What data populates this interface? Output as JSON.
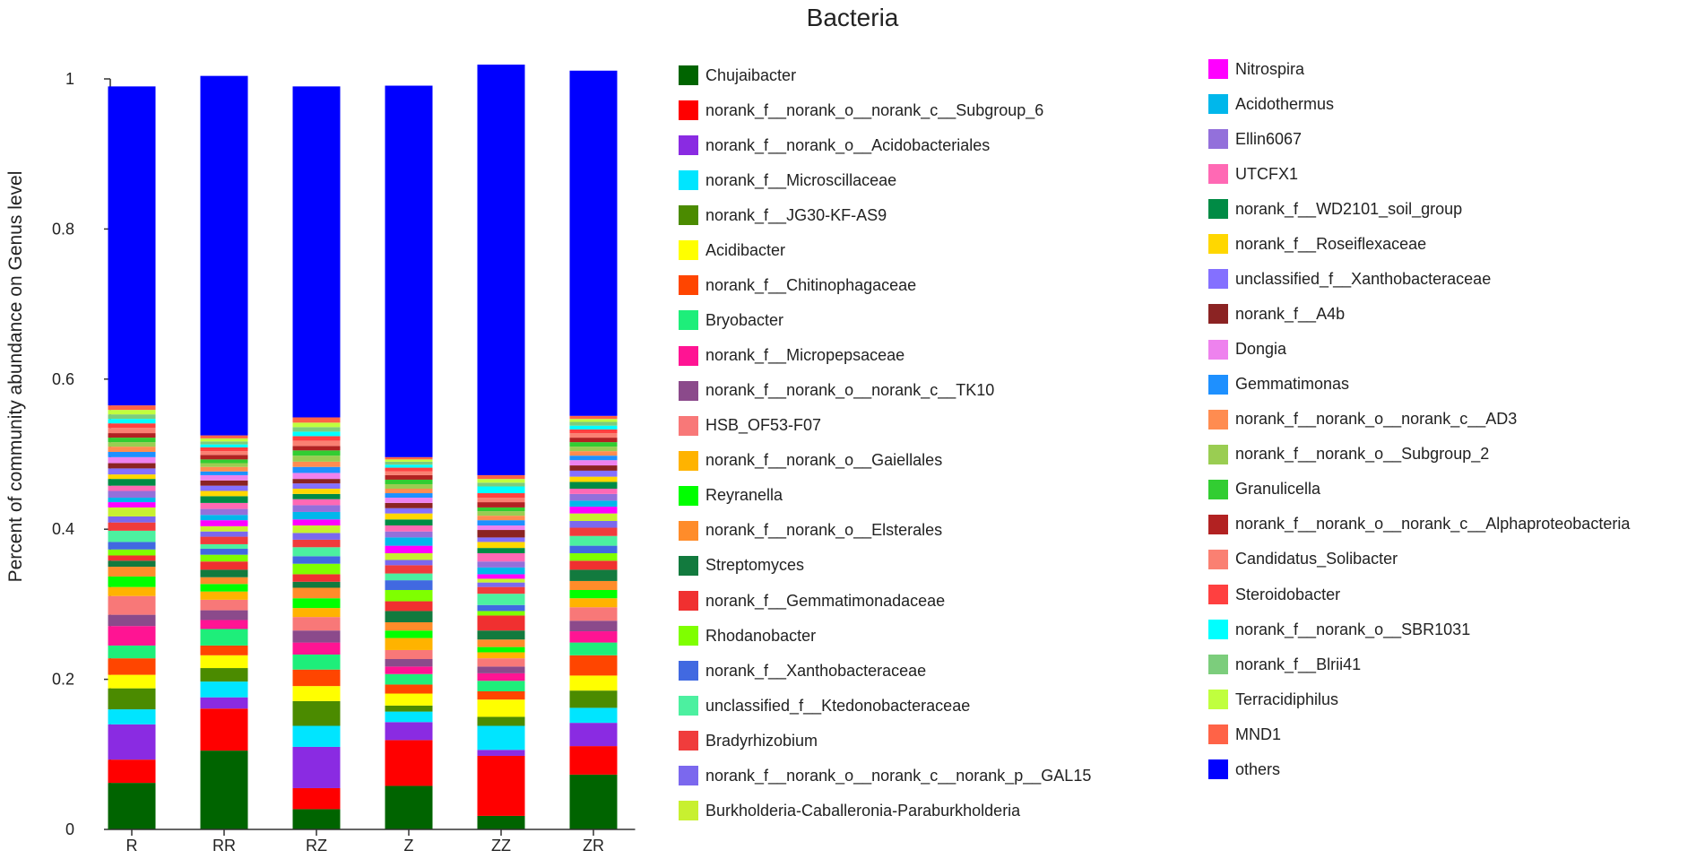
{
  "chart_data": {
    "type": "bar",
    "stacked": true,
    "title": "Bacteria",
    "xlabel": "",
    "ylabel": "Percent of community abundance on Genus level",
    "ylim": [
      0,
      1
    ],
    "yticks": [
      "0",
      "0.2",
      "0.4",
      "0.6",
      "0.8",
      "1"
    ],
    "categories": [
      "R",
      "RR",
      "RZ",
      "Z",
      "ZZ",
      "ZR"
    ],
    "legend_position": "right",
    "series": [
      {
        "name": "Chujaibacter",
        "color": "#006400",
        "values": [
          0.062,
          0.105,
          0.027,
          0.058,
          0.018,
          0.073
        ]
      },
      {
        "name": "norank_f__norank_o__norank_c__Subgroup_6",
        "color": "#ff0000",
        "values": [
          0.031,
          0.056,
          0.028,
          0.061,
          0.08,
          0.038
        ]
      },
      {
        "name": "norank_f__norank_o__Acidobacteriales",
        "color": "#8a2be2",
        "values": [
          0.047,
          0.015,
          0.055,
          0.024,
          0.008,
          0.031
        ]
      },
      {
        "name": "norank_f__Microscillaceae",
        "color": "#00e5ff",
        "values": [
          0.02,
          0.021,
          0.028,
          0.014,
          0.032,
          0.02
        ]
      },
      {
        "name": "norank_f__JG30-KF-AS9",
        "color": "#4b8b00",
        "values": [
          0.028,
          0.018,
          0.033,
          0.008,
          0.012,
          0.023
        ]
      },
      {
        "name": "Acidibacter",
        "color": "#ffff00",
        "values": [
          0.018,
          0.017,
          0.02,
          0.016,
          0.023,
          0.02
        ]
      },
      {
        "name": "norank_f__Chitinophagaceae",
        "color": "#ff4500",
        "values": [
          0.022,
          0.013,
          0.022,
          0.012,
          0.011,
          0.027
        ]
      },
      {
        "name": "Bryobacter",
        "color": "#1eee7a",
        "values": [
          0.017,
          0.022,
          0.02,
          0.014,
          0.014,
          0.017
        ]
      },
      {
        "name": "norank_f__Micropepsaceae",
        "color": "#ff1493",
        "values": [
          0.026,
          0.012,
          0.016,
          0.01,
          0.01,
          0.015
        ]
      },
      {
        "name": "norank_f__norank_o__norank_c__TK10",
        "color": "#8b4a8b",
        "values": [
          0.015,
          0.013,
          0.016,
          0.01,
          0.009,
          0.014
        ]
      },
      {
        "name": "HSB_OF53-F07",
        "color": "#f87878",
        "values": [
          0.025,
          0.014,
          0.018,
          0.012,
          0.011,
          0.018
        ]
      },
      {
        "name": "norank_f__norank_o__Gaiellales",
        "color": "#ffb300",
        "values": [
          0.012,
          0.011,
          0.012,
          0.016,
          0.008,
          0.012
        ]
      },
      {
        "name": "Reyranella",
        "color": "#00ff00",
        "values": [
          0.014,
          0.01,
          0.013,
          0.01,
          0.007,
          0.011
        ]
      },
      {
        "name": "norank_f__norank_o__Elsterales",
        "color": "#ff8c2a",
        "values": [
          0.013,
          0.009,
          0.014,
          0.011,
          0.01,
          0.012
        ]
      },
      {
        "name": "Streptomyces",
        "color": "#127a3e",
        "values": [
          0.008,
          0.01,
          0.008,
          0.015,
          0.012,
          0.015
        ]
      },
      {
        "name": "norank_f__Gemmatimonadaceae",
        "color": "#f03030",
        "values": [
          0.007,
          0.011,
          0.01,
          0.013,
          0.02,
          0.012
        ]
      },
      {
        "name": "Rhodanobacter",
        "color": "#7fff00",
        "values": [
          0.008,
          0.009,
          0.014,
          0.015,
          0.006,
          0.01
        ]
      },
      {
        "name": "norank_f__Xanthobacteraceae",
        "color": "#4169e1",
        "values": [
          0.01,
          0.008,
          0.01,
          0.013,
          0.008,
          0.01
        ]
      },
      {
        "name": "unclassified_f__Ktedonobacteraceae",
        "color": "#4cf0a0",
        "values": [
          0.015,
          0.006,
          0.012,
          0.009,
          0.015,
          0.013
        ]
      },
      {
        "name": "Bradyrhizobium",
        "color": "#f03c3c",
        "values": [
          0.011,
          0.01,
          0.01,
          0.011,
          0.009,
          0.011
        ]
      },
      {
        "name": "norank_f__norank_o__norank_c__norank_p__GAL15",
        "color": "#7b68ee",
        "values": [
          0.008,
          0.007,
          0.009,
          0.007,
          0.006,
          0.009
        ]
      },
      {
        "name": "Burkholderia-Caballeronia-Paraburkholderia",
        "color": "#c8f030",
        "values": [
          0.012,
          0.007,
          0.01,
          0.009,
          0.005,
          0.01
        ]
      },
      {
        "name": "Nitrospira",
        "color": "#ff00ff",
        "values": [
          0.007,
          0.008,
          0.008,
          0.01,
          0.006,
          0.009
        ]
      },
      {
        "name": "Acidothermus",
        "color": "#00b7eb",
        "values": [
          0.006,
          0.007,
          0.01,
          0.011,
          0.009,
          0.008
        ]
      },
      {
        "name": "Ellin6067",
        "color": "#9370db",
        "values": [
          0.009,
          0.008,
          0.009,
          0.008,
          0.008,
          0.009
        ]
      },
      {
        "name": "UTCFX1",
        "color": "#ff69b4",
        "values": [
          0.007,
          0.008,
          0.008,
          0.008,
          0.011,
          0.007
        ]
      },
      {
        "name": "norank_f__WD2101_soil_group",
        "color": "#008b45",
        "values": [
          0.009,
          0.009,
          0.007,
          0.008,
          0.007,
          0.009
        ]
      },
      {
        "name": "norank_f__Roseiflexaceae",
        "color": "#ffd700",
        "values": [
          0.006,
          0.007,
          0.007,
          0.008,
          0.008,
          0.007
        ]
      },
      {
        "name": "unclassified_f__Xanthobacteraceae",
        "color": "#8470ff",
        "values": [
          0.008,
          0.007,
          0.007,
          0.007,
          0.006,
          0.008
        ]
      },
      {
        "name": "norank_f__A4b",
        "color": "#8b2323",
        "values": [
          0.007,
          0.007,
          0.006,
          0.007,
          0.01,
          0.007
        ]
      },
      {
        "name": "Dongia",
        "color": "#ee82ee",
        "values": [
          0.008,
          0.007,
          0.008,
          0.007,
          0.006,
          0.007
        ]
      },
      {
        "name": "Gemmatimonas",
        "color": "#1e90ff",
        "values": [
          0.007,
          0.005,
          0.008,
          0.006,
          0.007,
          0.006
        ]
      },
      {
        "name": "norank_f__norank_o__norank_c__AD3",
        "color": "#ff8c50",
        "values": [
          0.007,
          0.006,
          0.007,
          0.006,
          0.006,
          0.006
        ]
      },
      {
        "name": "norank_f__norank_o__Subgroup_2",
        "color": "#9acd52",
        "values": [
          0.006,
          0.005,
          0.008,
          0.006,
          0.006,
          0.006
        ]
      },
      {
        "name": "Granulicella",
        "color": "#32cd32",
        "values": [
          0.006,
          0.005,
          0.007,
          0.006,
          0.005,
          0.006
        ]
      },
      {
        "name": "norank_f__norank_o__norank_c__Alphaproteobacteria",
        "color": "#b22222",
        "values": [
          0.006,
          0.006,
          0.006,
          0.006,
          0.007,
          0.006
        ]
      },
      {
        "name": "Candidatus_Solibacter",
        "color": "#fa8072",
        "values": [
          0.007,
          0.005,
          0.007,
          0.005,
          0.006,
          0.006
        ]
      },
      {
        "name": "Steroidobacter",
        "color": "#ff4040",
        "values": [
          0.006,
          0.005,
          0.006,
          0.005,
          0.006,
          0.005
        ]
      },
      {
        "name": "norank_f__norank_o__SBR1031",
        "color": "#00ffff",
        "values": [
          0.006,
          0.004,
          0.006,
          0.004,
          0.009,
          0.005
        ]
      },
      {
        "name": "norank_f__Blrii41",
        "color": "#7ccd7c",
        "values": [
          0.006,
          0.004,
          0.006,
          0.004,
          0.005,
          0.005
        ]
      },
      {
        "name": "Terracidiphilus",
        "color": "#c0ff3e",
        "values": [
          0.006,
          0.004,
          0.006,
          0.003,
          0.005,
          0.004
        ]
      },
      {
        "name": "MND1",
        "color": "#ff6347",
        "values": [
          0.006,
          0.004,
          0.007,
          0.003,
          0.005,
          0.004
        ]
      },
      {
        "name": "others",
        "color": "#0000ff",
        "values": [
          0.425,
          0.479,
          0.441,
          0.495,
          0.547,
          0.46
        ]
      }
    ]
  }
}
